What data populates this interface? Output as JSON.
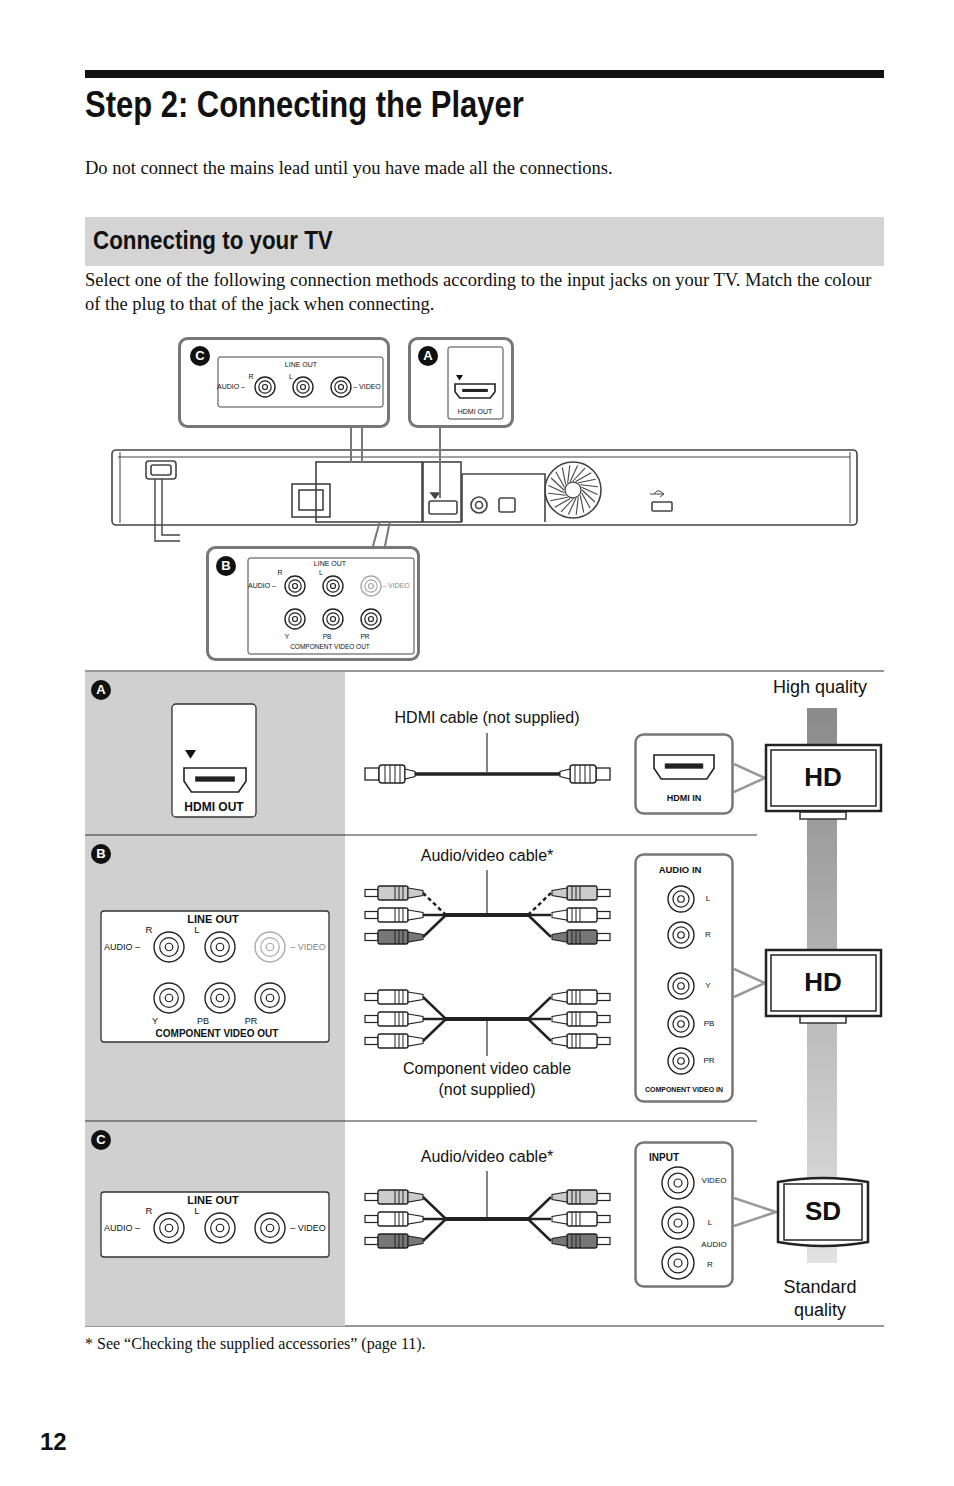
{
  "diagram": {
    "title": "Step 2: Connecting the Player",
    "nodes": [
      {
        "text": [
          "Connecting to your TV"
        ]
      },
      {
        "text": [
          "C",
          "LINE OUT",
          "AUDIO –",
          "R",
          "L",
          "– VIDEO"
        ]
      },
      {
        "text": [
          "A",
          "HDMI OUT"
        ]
      },
      {
        "text": [
          "B",
          "LINE OUT",
          "AUDIO –",
          "R",
          "L",
          "– VIDEO",
          "Y",
          "PB",
          "PR",
          "COMPONENT VIDEO OUT"
        ]
      },
      {
        "text": [
          "A",
          "HDMI OUT"
        ]
      },
      {
        "text": [
          "B",
          "LINE OUT",
          "AUDIO –",
          "R",
          "L",
          "– VIDEO",
          "Y",
          "PB",
          "PR",
          "COMPONENT VIDEO OUT"
        ]
      },
      {
        "text": [
          "C",
          "LINE OUT",
          "AUDIO –",
          "R",
          "L",
          "– VIDEO"
        ]
      },
      {
        "text": [
          "HDMI IN"
        ]
      },
      {
        "text": [
          "AUDIO IN",
          "L",
          "R",
          "Y",
          "PB",
          "PR",
          "COMPONENT VIDEO IN"
        ]
      },
      {
        "text": [
          "INPUT",
          "VIDEO",
          "L",
          "AUDIO",
          "R"
        ]
      },
      {
        "text": [
          "HD"
        ]
      },
      {
        "text": [
          "HD"
        ]
      },
      {
        "text": [
          "SD"
        ]
      }
    ],
    "edges": [
      {
        "from": 7,
        "to": 10,
        "arrow": "none"
      },
      {
        "from": 8,
        "to": 11,
        "arrow": "none"
      },
      {
        "from": 9,
        "to": 12,
        "arrow": "none"
      }
    ],
    "labels": [
      "Do not connect the mains lead until you have made all the connections.",
      "Select one of the following connection methods according to the input jacks on your TV. Match the colour of the plug to that of the jack when connecting.",
      "High quality",
      "HDMI cable (not supplied)",
      "Audio/video cable*",
      "Component video cable (not supplied)",
      "Audio/video cable*",
      "Standard quality",
      "* See “Checking the supplied accessories” (page 11).",
      "12"
    ]
  }
}
